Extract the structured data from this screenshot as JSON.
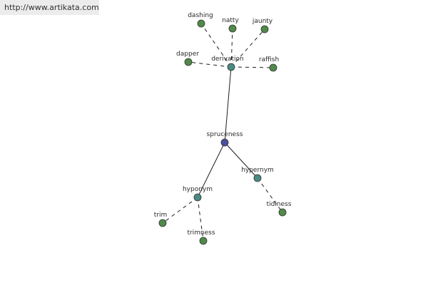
{
  "header": {
    "url_text": "http://www.artikata.com"
  },
  "graph": {
    "center": "spruceness",
    "colors": {
      "center": "#4a4f9a",
      "relation": "#4b8a83",
      "word": "#4f8a4a"
    },
    "nodes": [
      {
        "id": "spruceness",
        "label": "spruceness",
        "kind": "center"
      },
      {
        "id": "derivation",
        "label": "derivation",
        "kind": "relation"
      },
      {
        "id": "hyponym",
        "label": "hyponym",
        "kind": "relation"
      },
      {
        "id": "hypernym",
        "label": "hypernym",
        "kind": "relation"
      },
      {
        "id": "dashing",
        "label": "dashing",
        "kind": "word"
      },
      {
        "id": "natty",
        "label": "natty",
        "kind": "word"
      },
      {
        "id": "jaunty",
        "label": "jaunty",
        "kind": "word"
      },
      {
        "id": "dapper",
        "label": "dapper",
        "kind": "word"
      },
      {
        "id": "raffish",
        "label": "raffish",
        "kind": "word"
      },
      {
        "id": "trim",
        "label": "trim",
        "kind": "word"
      },
      {
        "id": "trimness",
        "label": "trimness",
        "kind": "word"
      },
      {
        "id": "tidiness",
        "label": "tidiness",
        "kind": "word"
      }
    ],
    "edges": [
      {
        "from": "spruceness",
        "to": "derivation",
        "style": "solid"
      },
      {
        "from": "spruceness",
        "to": "hyponym",
        "style": "solid"
      },
      {
        "from": "spruceness",
        "to": "hypernym",
        "style": "solid"
      },
      {
        "from": "derivation",
        "to": "dashing",
        "style": "dashed"
      },
      {
        "from": "derivation",
        "to": "natty",
        "style": "dashed"
      },
      {
        "from": "derivation",
        "to": "jaunty",
        "style": "dashed"
      },
      {
        "from": "derivation",
        "to": "dapper",
        "style": "dashed"
      },
      {
        "from": "derivation",
        "to": "raffish",
        "style": "dashed"
      },
      {
        "from": "hyponym",
        "to": "trim",
        "style": "dashed"
      },
      {
        "from": "hyponym",
        "to": "trimness",
        "style": "dashed"
      },
      {
        "from": "hypernym",
        "to": "tidiness",
        "style": "dashed"
      }
    ]
  }
}
